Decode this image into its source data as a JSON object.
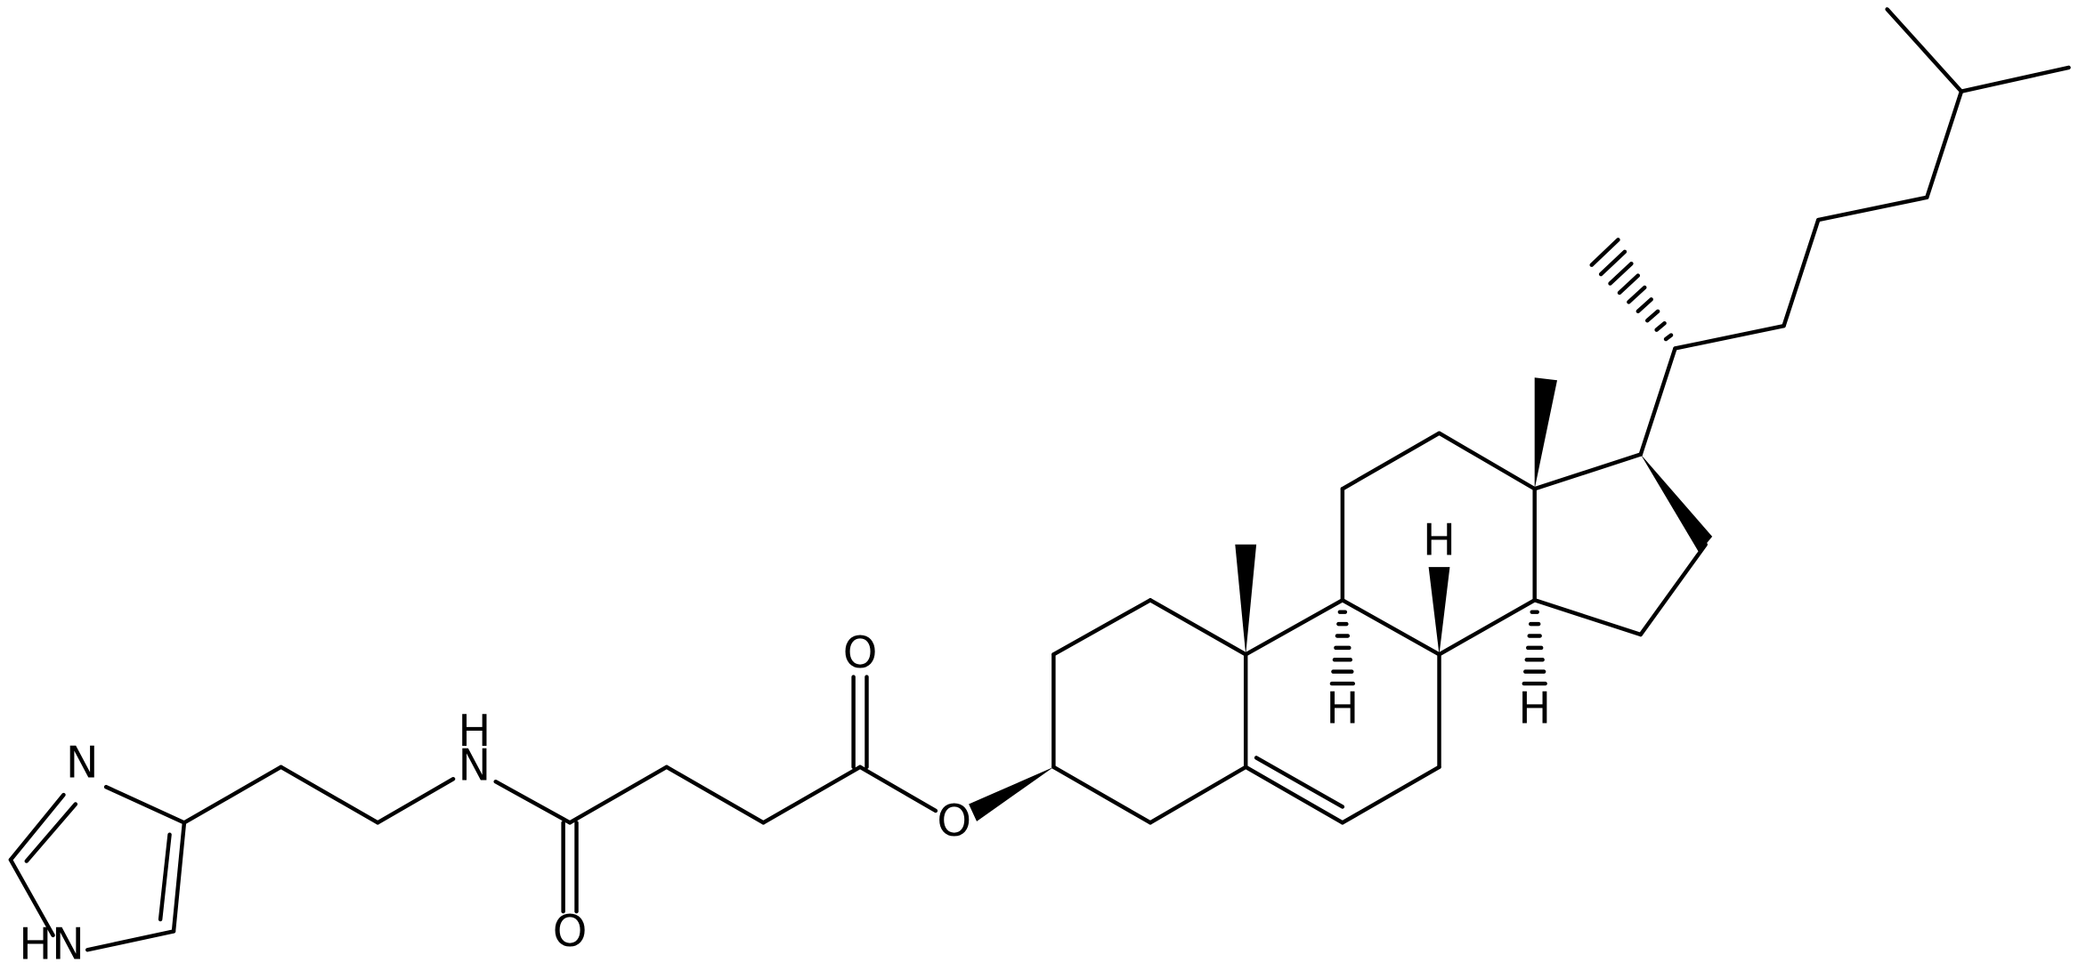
{
  "atom_labels": {
    "imidazole_n3": "N",
    "imidazole_n1h": "HN",
    "amide_nh_h": "H",
    "amide_nh_n": "N",
    "amide_o": "O",
    "ester_carbonyl_o": "O",
    "ester_o": "O",
    "c8_h": "H",
    "c9_h": "H",
    "c14_h": "H"
  }
}
